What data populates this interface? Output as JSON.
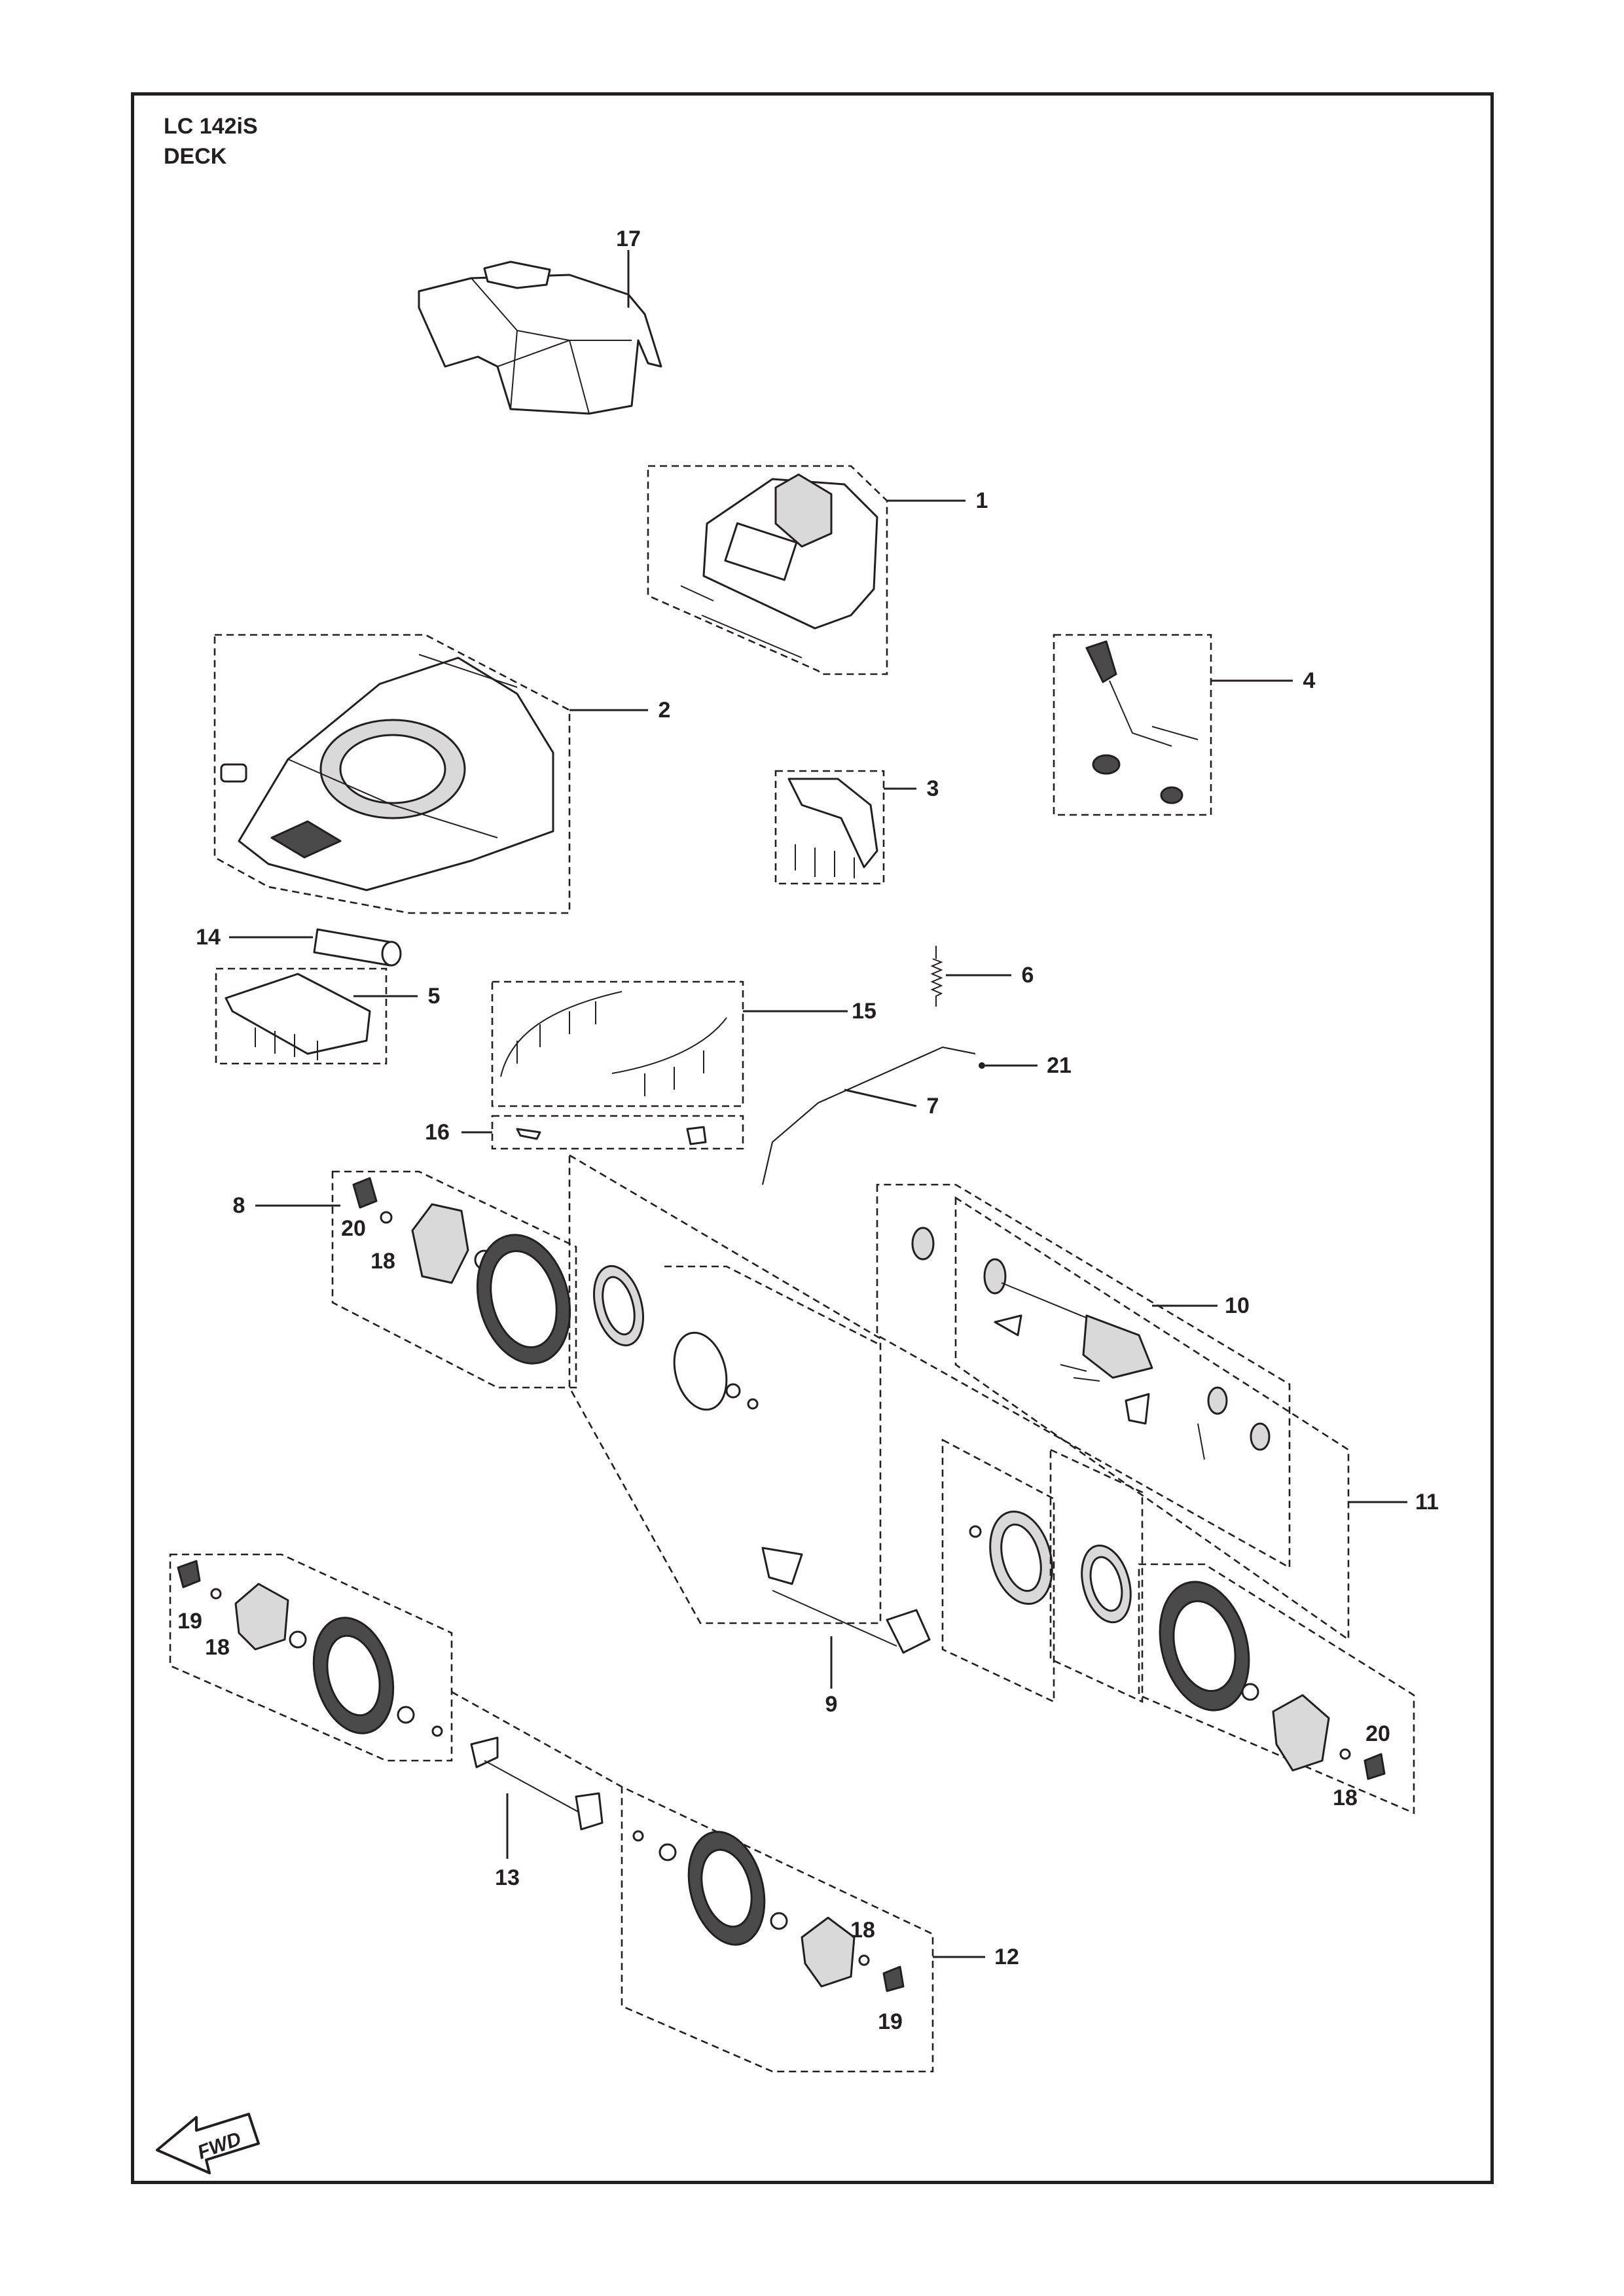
{
  "header": {
    "model": "LC 142iS",
    "section": "DECK"
  },
  "callouts": {
    "c1": "1",
    "c2": "2",
    "c3": "3",
    "c4": "4",
    "c5": "5",
    "c6": "6",
    "c7": "7",
    "c8": "8",
    "c9": "9",
    "c10": "10",
    "c11": "11",
    "c12": "12",
    "c13": "13",
    "c14": "14",
    "c15": "15",
    "c16": "16",
    "c17": "17",
    "c18a": "18",
    "c18b": "18",
    "c18c": "18",
    "c18d": "18",
    "c19a": "19",
    "c19b": "19",
    "c20a": "20",
    "c20b": "20",
    "c21": "21"
  },
  "direction_marker": {
    "label": "FWD",
    "icon": "forward-arrow-icon"
  },
  "colors": {
    "ink": "#231f20",
    "shade": "#d9d9d9",
    "dark": "#4a4a4a"
  }
}
